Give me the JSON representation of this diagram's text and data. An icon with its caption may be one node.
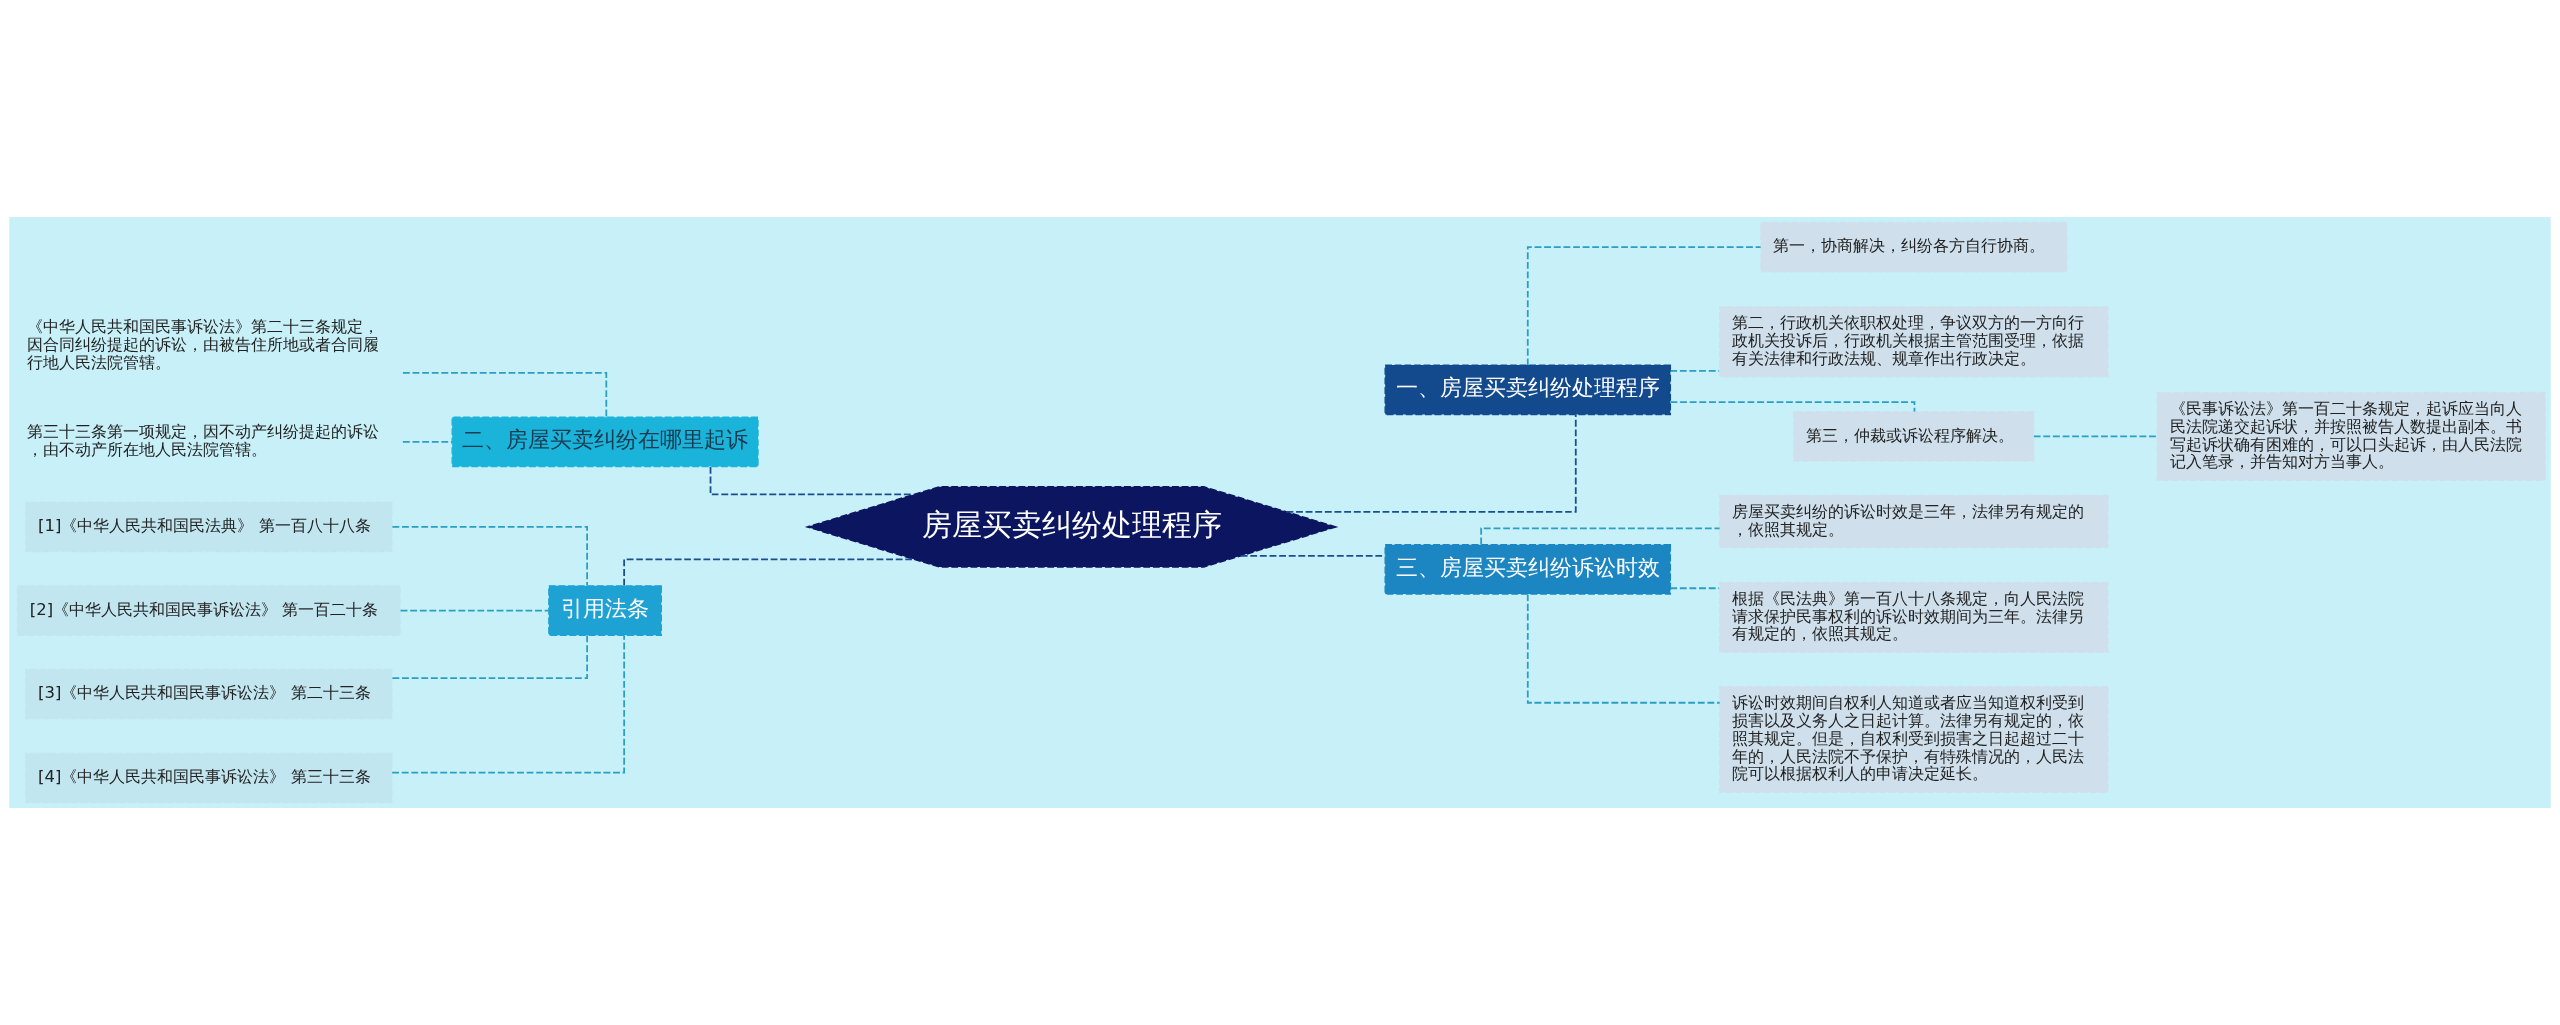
{
  "diagram": {
    "nodes": [
      {
        "text": [
          "房屋买卖纠纷处理程序"
        ]
      },
      {
        "text": [
          "二、房屋买卖纠纷在哪里起诉"
        ]
      },
      {
        "text": [
          "《中华人民共和国民事诉讼法》第二十三条规定，因合同纠纷提起的诉讼，由被告住所地或者合同履行地人民法院管辖。"
        ]
      },
      {
        "text": [
          "第三十三条第一项规定，因不动产纠纷提起的诉讼，由不动产所在地人民法院管辖。"
        ]
      },
      {
        "text": [
          "引用法条"
        ]
      },
      {
        "text": [
          "[1]《中华人民共和国民法典》 第一百八十八条"
        ]
      },
      {
        "text": [
          "[2]《中华人民共和国民事诉讼法》 第一百二十条"
        ]
      },
      {
        "text": [
          "[3]《中华人民共和国民事诉讼法》 第二十三条"
        ]
      },
      {
        "text": [
          "[4]《中华人民共和国民事诉讼法》 第三十三条"
        ]
      },
      {
        "text": [
          "一、房屋买卖纠纷处理程序"
        ]
      },
      {
        "text": [
          "第一，协商解决，纠纷各方自行协商。"
        ]
      },
      {
        "text": [
          "第二，行政机关依职权处理，争议双方的一方向行政机关投诉后，行政机关根据主管范围受理，依据有关法律和行政法规、规章作出行政决定。"
        ]
      },
      {
        "text": [
          "第三，仲裁或诉讼程序解决。"
        ]
      },
      {
        "text": [
          "《民事诉讼法》第一百二十条规定，起诉应当向人民法院递交起诉状，并按照被告人数提出副本。书写起诉状确有困难的，可以口头起诉，由人民法院记入笔录，并告知对方当事人。"
        ]
      },
      {
        "text": [
          "三、房屋买卖纠纷诉讼时效"
        ]
      },
      {
        "text": [
          "房屋买卖纠纷的诉讼时效是三年，法律另有规定的，依照其规定。"
        ]
      },
      {
        "text": [
          "根据《民法典》第一百八十八条规定，向人民法院请求保护民事权利的诉讼时效期间为三年。法律另有规定的，依照其规定。"
        ]
      },
      {
        "text": [
          "诉讼时效期间自权利人知道或者应当知道权利受到损害以及义务人之日起计算。法律另有规定的，依照其规定。但是，自权利受到损害之日起超过二十年的，人民法院不予保护，有特殊情况的，人民法院可以根据权利人的申请决定延长。"
        ]
      }
    ],
    "edges": [
      {
        "from": 0,
        "to": 9,
        "arrow": "none",
        "style": "dashed"
      },
      {
        "from": 0,
        "to": 14,
        "arrow": "none",
        "style": "dashed"
      },
      {
        "from": 0,
        "to": 1,
        "arrow": "none",
        "style": "dashed"
      },
      {
        "from": 0,
        "to": 4,
        "arrow": "none",
        "style": "dashed"
      },
      {
        "from": 9,
        "to": 10,
        "arrow": "none",
        "style": "dashed"
      },
      {
        "from": 9,
        "to": 11,
        "arrow": "none",
        "style": "dashed"
      },
      {
        "from": 9,
        "to": 12,
        "arrow": "none",
        "style": "dashed"
      },
      {
        "from": 12,
        "to": 13,
        "arrow": "none",
        "style": "dashed"
      },
      {
        "from": 14,
        "to": 15,
        "arrow": "none",
        "style": "dashed"
      },
      {
        "from": 14,
        "to": 16,
        "arrow": "none",
        "style": "dashed"
      },
      {
        "from": 14,
        "to": 17,
        "arrow": "none",
        "style": "dashed"
      },
      {
        "from": 1,
        "to": 2,
        "arrow": "none",
        "style": "dashed"
      },
      {
        "from": 1,
        "to": 3,
        "arrow": "none",
        "style": "dashed"
      },
      {
        "from": 4,
        "to": 5,
        "arrow": "none",
        "style": "dashed"
      },
      {
        "from": 4,
        "to": 6,
        "arrow": "none",
        "style": "dashed"
      },
      {
        "from": 4,
        "to": 7,
        "arrow": "none",
        "style": "dashed"
      },
      {
        "from": 4,
        "to": 8,
        "arrow": "none",
        "style": "dashed"
      }
    ]
  }
}
